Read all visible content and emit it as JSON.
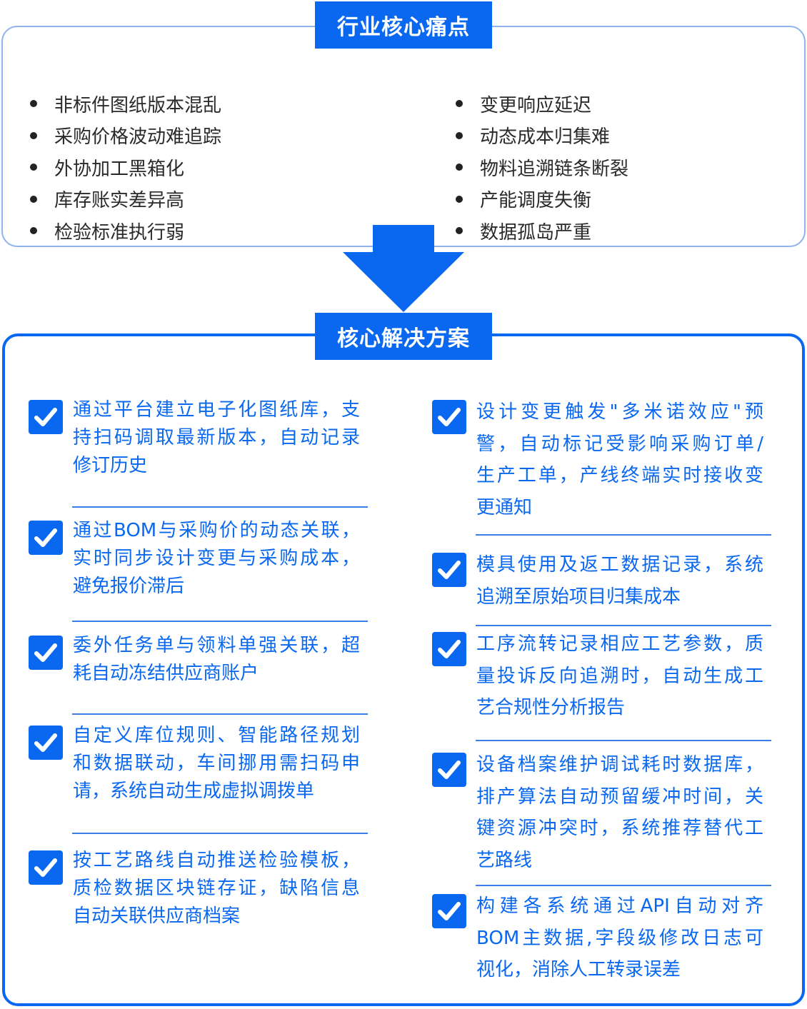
{
  "pain_section": {
    "title": "行业核心痛点",
    "left_items": [
      "非标件图纸版本混乱",
      "采购价格波动难追踪",
      "外协加工黑箱化",
      "库存账实差异高",
      "检验标准执行弱"
    ],
    "right_items": [
      "变更响应延迟",
      "动态成本归集难",
      "物料追溯链条断裂",
      "产能调度失衡",
      "数据孤岛严重"
    ]
  },
  "solution_section": {
    "title": "核心解决方案",
    "left_items": [
      {
        "lines": [
          "通过平台建立电子化图纸库，支",
          "持扫码调取最新版本，自动记录",
          "修订历史"
        ]
      },
      {
        "lines": [
          "通过BOM与采购价的动态关联，",
          "实时同步设计变更与采购成本，",
          "避免报价滞后"
        ]
      },
      {
        "lines": [
          "委外任务单与领料单强关联，超",
          "耗自动冻结供应商账户"
        ]
      },
      {
        "lines": [
          "自定义库位规则、智能路径规划",
          "和数据联动，车间挪用需扫码申",
          "请，系统自动生成虚拟调拨单"
        ]
      },
      {
        "lines": [
          "按工艺路线自动推送检验模板，",
          "质检数据区块链存证，缺陷信息",
          "自动关联供应商档案"
        ]
      }
    ],
    "right_items": [
      {
        "lines": [
          "设计变更触发\"多米诺效应\"预",
          "警，自动标记受影响采购订单/",
          "生产工单，产线终端实时接收变",
          "更通知"
        ]
      },
      {
        "lines": [
          "模具使用及返工数据记录，系统",
          "追溯至原始项目归集成本"
        ]
      },
      {
        "lines": [
          "工序流转记录相应工艺参数，质",
          "量投诉反向追溯时，自动生成工",
          "艺合规性分析报告"
        ]
      },
      {
        "lines": [
          "设备档案维护调试耗时数据库，",
          "排产算法自动预留缓冲时间，关",
          "键资源冲突时，系统推荐替代工",
          "艺路线"
        ]
      },
      {
        "lines": [
          "构建各系统通过API自动对齐",
          "BOM主数据,字段级修改日志可",
          "视化，消除人工转录误差"
        ]
      }
    ]
  },
  "colors": {
    "accent": "#0a68f0",
    "pain_border": "#8fb3ec",
    "text": "#2a2a2a"
  }
}
